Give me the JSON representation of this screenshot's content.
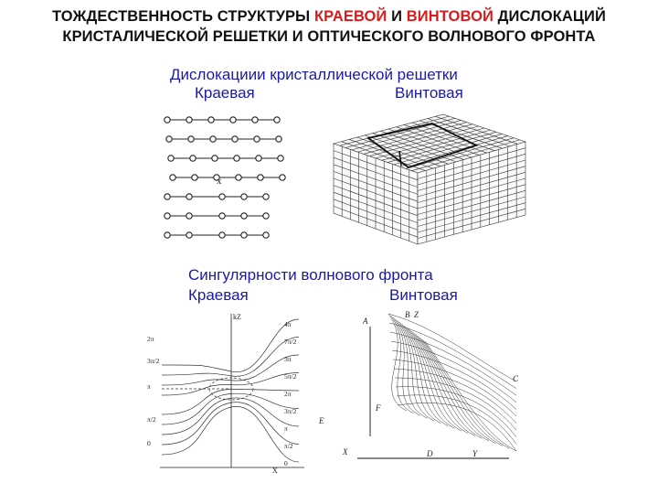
{
  "title": {
    "line1_a": "ТОЖДЕСТВЕННОСТЬ СТРУКТУРЫ ",
    "line1_edge": "КРАЕВОЙ",
    "line1_and": " И ",
    "line1_screw": "ВИНТОВОЙ",
    "line1_b": " ДИСЛОКАЦИЙ",
    "line2": "КРИСТАЛИЧЕСКОЙ РЕШЕТКИ И ОПТИЧЕСКОГО ВОЛНОВОГО ФРОНТА"
  },
  "lattice_section": {
    "heading": "Дислокациии кристаллической решетки",
    "edge_label": "Краевая",
    "screw_label": "Винтовая",
    "edge_marker": "x"
  },
  "wavefront_section": {
    "heading": "Сингулярности волнового фронта",
    "edge_label": "Краевая",
    "screw_label": "Винтовая",
    "phase_axis_label": "kZ",
    "phase_left_ticks": [
      "2π",
      "3π/2",
      "π",
      "π/2",
      "0"
    ],
    "phase_right_ticks": [
      "4π",
      "7π/2",
      "3π",
      "5π/2",
      "2π",
      "3π/2",
      "π",
      "π/2",
      "0"
    ],
    "phase_x_label": "X",
    "screw_points": [
      "A",
      "B",
      "Z",
      "C",
      "D",
      "E",
      "F",
      "X",
      "Y"
    ]
  },
  "colors": {
    "accent_red": "#d81b1b",
    "accent_blue": "#1a1aa8",
    "text": "#111111"
  }
}
